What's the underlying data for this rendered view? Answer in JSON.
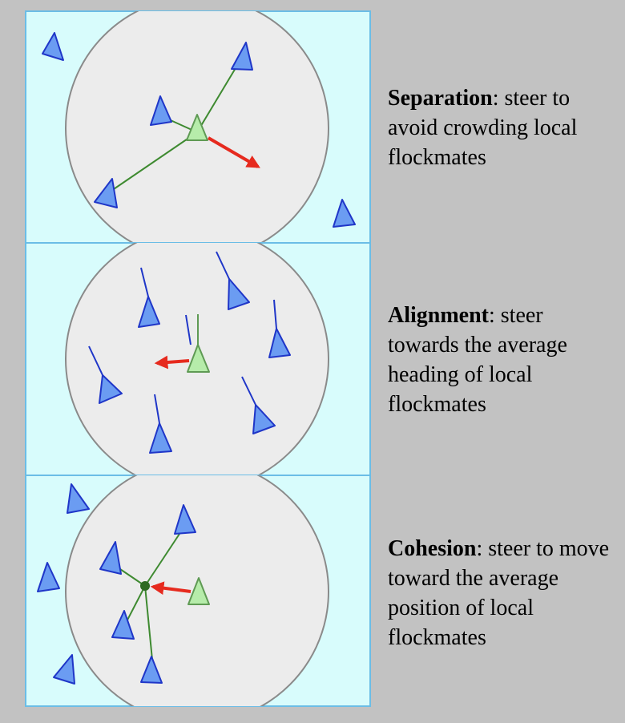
{
  "panels": [
    {
      "term": "Separation",
      "description": ": steer to avoid crowding local flockmates"
    },
    {
      "term": "Alignment",
      "description": ": steer towards the average heading of local flockmates"
    },
    {
      "term": "Cohesion",
      "description": ": steer to move toward the average position of local flockmates"
    }
  ],
  "colors": {
    "background": "#c2c2c2",
    "panel_fill": "#d8fcfc",
    "panel_border": "#6bbde6",
    "neighborhood_fill": "#ececec",
    "neighborhood_border": "#8a8a8a",
    "neighbor_boid": "#6b9cf2",
    "neighbor_outline": "#1f36c8",
    "focal_boid": "#b6ecaa",
    "focal_outline": "#5f9a54",
    "connector_line": "#3e8a30",
    "steer_arrow": "#e62a1e"
  }
}
